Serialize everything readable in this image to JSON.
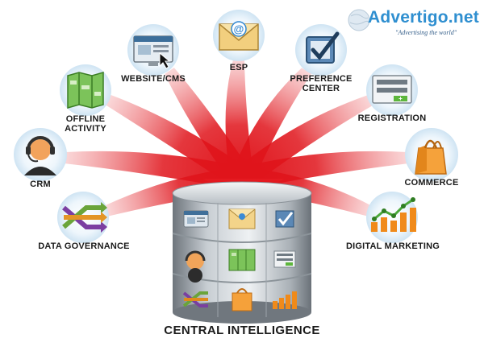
{
  "watermark": {
    "name": "Advertigo.net",
    "tagline": "\"Advertising the world\""
  },
  "center": {
    "title": "CENTRAL INTELLIGENCE"
  },
  "nodes": [
    {
      "id": "data-governance",
      "label": "DATA GOVERNANCE",
      "icon": "shuffle-arrows-icon"
    },
    {
      "id": "crm",
      "label": "CRM",
      "icon": "headset-agent-icon"
    },
    {
      "id": "offline-activity",
      "label": "OFFLINE\nACTIVITY",
      "icon": "brochure-map-icon"
    },
    {
      "id": "website-cms",
      "label": "WEBSITE/CMS",
      "icon": "browser-window-icon"
    },
    {
      "id": "esp",
      "label": "ESP",
      "icon": "email-envelope-icon"
    },
    {
      "id": "preference-center",
      "label": "PREFERENCE\nCENTER",
      "icon": "checkbox-icon"
    },
    {
      "id": "registration",
      "label": "REGISTRATION",
      "icon": "form-icon"
    },
    {
      "id": "commerce",
      "label": "COMMERCE",
      "icon": "shopping-bag-icon"
    },
    {
      "id": "digital-marketing",
      "label": "DIGITAL MARKETING",
      "icon": "growth-chart-icon"
    }
  ],
  "colors": {
    "arrow": "#e0141b",
    "arrow_light": "#f6b7b9",
    "halo": "#d6e9f6",
    "cylinder": "#9aa1a8",
    "accent_green": "#5db63c",
    "accent_orange": "#f08a1a"
  }
}
